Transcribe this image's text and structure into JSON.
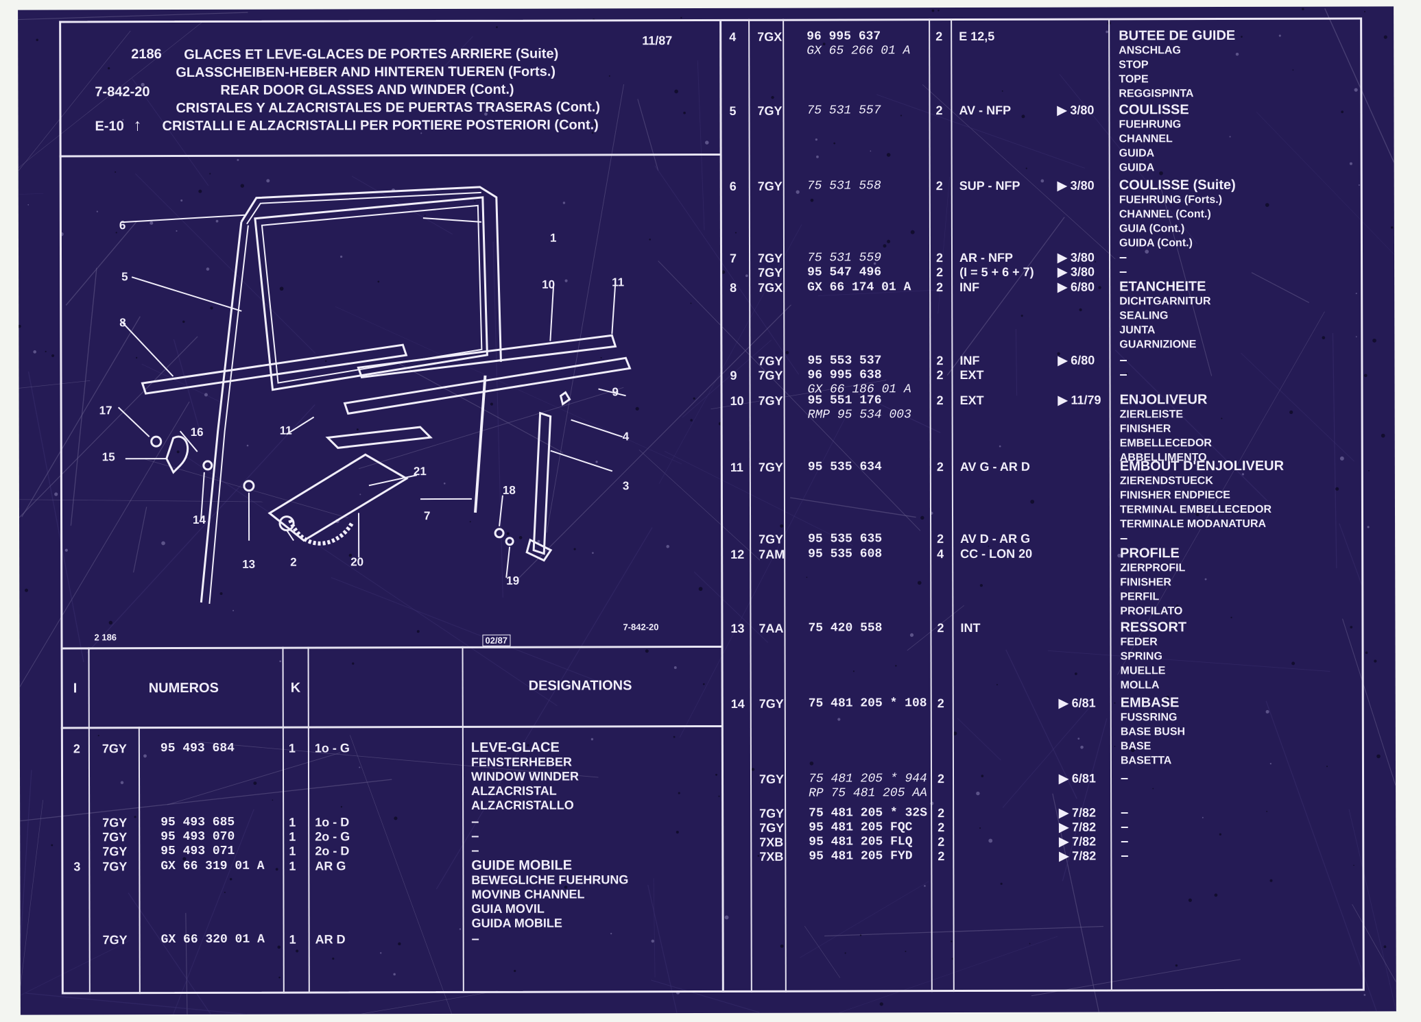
{
  "header": {
    "code_left": "2186",
    "date": "11/87",
    "group": "7-842-20",
    "ref": "E-10",
    "up_arrow": "↑",
    "titles": [
      "GLACES ET LEVE-GLACES DE PORTES ARRIERE (Suite)",
      "GLASSCHEIBEN-HEBER AND HINTEREN TUEREN (Forts.)",
      "REAR DOOR GLASSES AND WINDER (Cont.)",
      "CRISTALES Y ALZACRISTALES DE PUERTAS TRASERAS (Cont.)",
      "CRISTALLI E ALZACRISTALLI PER PORTIERE POSTERIORI (Cont.)"
    ]
  },
  "diagram": {
    "label_left": "2 186",
    "label_mid": "02/87",
    "label_right": "7-842-20",
    "callouts": [
      "1",
      "2",
      "3",
      "4",
      "5",
      "6",
      "7",
      "8",
      "9",
      "10",
      "11",
      "11",
      "13",
      "14",
      "15",
      "16",
      "17",
      "18",
      "19",
      "20",
      "21"
    ]
  },
  "table_header": {
    "col_i": "I",
    "col_numeros": "NUMEROS",
    "col_k": "K",
    "col_designations": "DESIGNATIONS"
  },
  "left_rows": [
    {
      "i": "2",
      "m": "7GY",
      "pn": "95 493 684",
      "k": "1",
      "cond": "1o - G",
      "des": [
        "LEVE-GLACE",
        "FENSTERHEBER",
        "WINDOW WINDER",
        "ALZACRISTAL",
        "ALZACRISTALLO"
      ]
    },
    {
      "i": "",
      "m": "7GY",
      "pn": "95 493 685",
      "k": "1",
      "cond": "1o - D",
      "des": [
        "–"
      ]
    },
    {
      "i": "",
      "m": "7GY",
      "pn": "95 493 070",
      "k": "1",
      "cond": "2o - G",
      "des": [
        "–"
      ]
    },
    {
      "i": "",
      "m": "7GY",
      "pn": "95 493 071",
      "k": "1",
      "cond": "2o - D",
      "des": [
        "–"
      ]
    },
    {
      "i": "3",
      "m": "7GY",
      "pn": "GX 66 319 01 A",
      "k": "1",
      "cond": "AR G",
      "des": [
        "GUIDE MOBILE",
        "BEWEGLICHE FUEHRUNG",
        "MOVINB CHANNEL",
        "GUIA MOVIL",
        "GUIDA MOBILE"
      ]
    },
    {
      "i": "",
      "m": "7GY",
      "pn": "GX 66 320 01 A",
      "k": "1",
      "cond": "AR D",
      "des": [
        "–"
      ]
    }
  ],
  "right_rows": [
    {
      "i": "4",
      "m": "7GX",
      "pn": "96 995 637",
      "pn2": "GX 65 266 01 A",
      "k": "2",
      "cond": "E 12,5",
      "date": "",
      "des": [
        "BUTEE DE GUIDE",
        "ANSCHLAG",
        "STOP",
        "TOPE",
        "REGGISPINTA"
      ]
    },
    {
      "i": "5",
      "m": "7GY",
      "pn": "75 531 557",
      "k": "2",
      "cond": "AV - NFP",
      "date": "3/80",
      "des": [
        "COULISSE",
        "FUEHRUNG",
        "CHANNEL",
        "GUIDA",
        "GUIDA"
      ]
    },
    {
      "i": "6",
      "m": "7GY",
      "pn": "75 531 558",
      "k": "2",
      "cond": "SUP - NFP",
      "date": "3/80",
      "des": [
        "COULISSE (Suite)",
        "FUEHRUNG (Forts.)",
        "CHANNEL (Cont.)",
        "GUIA (Cont.)",
        "GUIDA (Cont.)"
      ]
    },
    {
      "i": "7",
      "m": "7GY",
      "pn": "75 531 559",
      "k": "2",
      "cond": "AR - NFP",
      "date": "3/80",
      "des": [
        "–"
      ]
    },
    {
      "i": "",
      "m": "7GY",
      "pn": "95 547 496",
      "k": "2",
      "cond": "(I = 5 + 6 + 7)",
      "date": "3/80",
      "des": [
        "–"
      ]
    },
    {
      "i": "8",
      "m": "7GX",
      "pn": "GX 66 174 01 A",
      "k": "2",
      "cond": "INF",
      "date": "6/80",
      "des": [
        "ETANCHEITE",
        "DICHTGARNITUR",
        "SEALING",
        "JUNTA",
        "GUARNIZIONE"
      ]
    },
    {
      "i": "",
      "m": "7GY",
      "pn": "95 553 537",
      "k": "2",
      "cond": "INF",
      "date": "6/80",
      "des": [
        "–"
      ]
    },
    {
      "i": "9",
      "m": "7GY",
      "pn": "96 995 638",
      "pn2": "GX 66 186 01 A",
      "k": "2",
      "cond": "EXT",
      "date": "",
      "des": [
        "–"
      ]
    },
    {
      "i": "10",
      "m": "7GY",
      "pn": "95 551 176",
      "pn2": "RMP 95 534 003",
      "k": "2",
      "cond": "EXT",
      "date": "11/79",
      "des": [
        "ENJOLIVEUR",
        "ZIERLEISTE",
        "FINISHER",
        "EMBELLECEDOR",
        "ABBELLIMENTO"
      ]
    },
    {
      "i": "11",
      "m": "7GY",
      "pn": "95 535 634",
      "k": "2",
      "cond": "AV G - AR D",
      "date": "",
      "des": [
        "EMBOUT D'ENJOLIVEUR",
        "ZIERENDSTUECK",
        "FINISHER ENDPIECE",
        "TERMINAL EMBELLECEDOR",
        "TERMINALE MODANATURA"
      ]
    },
    {
      "i": "",
      "m": "7GY",
      "pn": "95 535 635",
      "k": "2",
      "cond": "AV D - AR G",
      "date": "",
      "des": [
        "–"
      ]
    },
    {
      "i": "12",
      "m": "7AM",
      "pn": "95 535 608",
      "k": "4",
      "cond": "CC - LON 20",
      "date": "",
      "des": [
        "PROFILE",
        "ZIERPROFIL",
        "FINISHER",
        "PERFIL",
        "PROFILATO"
      ]
    },
    {
      "i": "13",
      "m": "7AA",
      "pn": "75 420 558",
      "k": "2",
      "cond": "INT",
      "date": "",
      "des": [
        "RESSORT",
        "FEDER",
        "SPRING",
        "MUELLE",
        "MOLLA"
      ]
    },
    {
      "i": "14",
      "m": "7GY",
      "pn": "75 481 205 * 108",
      "k": "2",
      "cond": "",
      "date": "6/81",
      "des": [
        "EMBASE",
        "FUSSRING",
        "BASE BUSH",
        "BASE",
        "BASETTA"
      ]
    },
    {
      "i": "",
      "m": "7GY",
      "pn": "75 481 205 * 944",
      "pn2": "RP 75 481 205 AA",
      "k": "2",
      "cond": "",
      "date": "6/81",
      "des": [
        "–"
      ]
    },
    {
      "i": "",
      "m": "7GY",
      "pn": "75 481 205 * 32S",
      "k": "2",
      "cond": "",
      "date": "7/82",
      "des": [
        "–"
      ]
    },
    {
      "i": "",
      "m": "7GY",
      "pn": "95 481 205 FQC",
      "k": "2",
      "cond": "",
      "date": "7/82",
      "des": [
        "–"
      ]
    },
    {
      "i": "",
      "m": "7XB",
      "pn": "95 481 205 FLQ",
      "k": "2",
      "cond": "",
      "date": "7/82",
      "des": [
        "–"
      ]
    },
    {
      "i": "",
      "m": "7XB",
      "pn": "95 481 205 FYD",
      "k": "2",
      "cond": "",
      "date": "7/82",
      "des": [
        "–"
      ]
    }
  ]
}
